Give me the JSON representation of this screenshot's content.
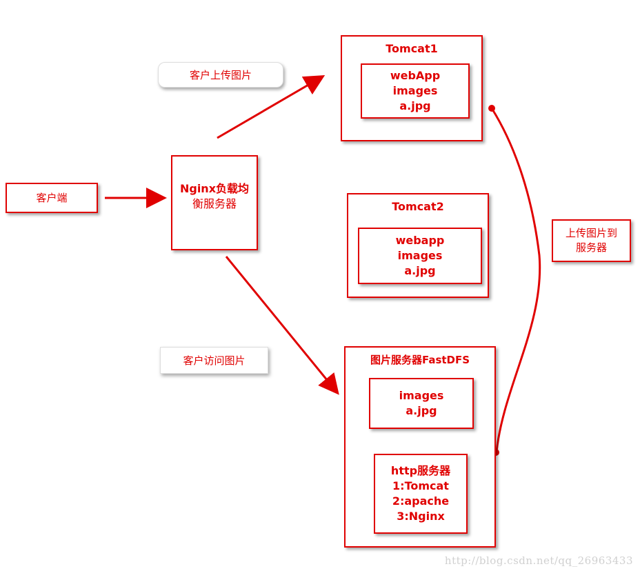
{
  "client": {
    "label": "客户端"
  },
  "nginx": {
    "line1": "Nginx负载均",
    "line2": "衡服务器"
  },
  "tomcat1": {
    "title": "Tomcat1",
    "lines": [
      "webApp",
      "images",
      "a.jpg"
    ]
  },
  "tomcat2": {
    "title": "Tomcat2",
    "lines": [
      "webapp",
      "images",
      "a.jpg"
    ]
  },
  "fastdfs": {
    "title": "图片服务器FastDFS",
    "storage": [
      "images",
      "a.jpg"
    ],
    "http": [
      "http服务器",
      "1:Tomcat",
      "2:apache",
      "3:Nginx"
    ]
  },
  "notes": {
    "upload": "客户上传图片",
    "access": "客户访问图片",
    "to_server_line1": "上传图片到",
    "to_server_line2": "服务器"
  },
  "watermark": "http://blog.csdn.net/qq_26963433",
  "colors": {
    "accent": "#e00000"
  }
}
